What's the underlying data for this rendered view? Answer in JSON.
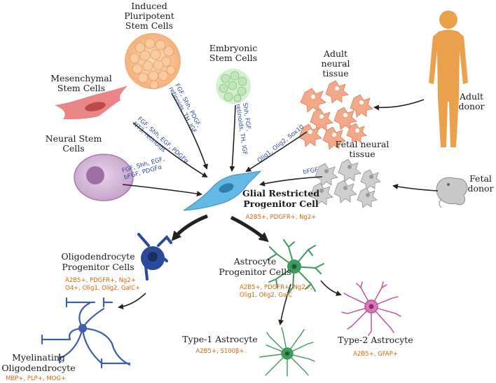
{
  "colors": {
    "arrow": "#222222",
    "marker": "#d4680f",
    "factor": "#2c4a9e",
    "gpc": "#5bb6e0",
    "opc": "#2b4a9b",
    "apc": "#3f9a5e",
    "type2": "#c04a9a",
    "skin": "#eaa24a",
    "msc": "#e07a7a",
    "nsc": "#c9a7cf",
    "esc": "#b9e4b6",
    "ipsc": "#f7c49a",
    "fetal": "#9e9e9e"
  },
  "sources": {
    "ipsc": {
      "title1": "Induced",
      "title2": "Pluripotent",
      "title3": "Stem Cells",
      "factors": [
        "FGF, Shh, PDGF,",
        "retinoids, TH, IGF"
      ]
    },
    "esc": {
      "title1": "Embryonic",
      "title2": "Stem Cells",
      "factors": [
        "Shh, FGF,",
        "retinoids, TH, IGF"
      ]
    },
    "msc": {
      "title1": "Mesenchymal",
      "title2": "Stem Cells",
      "factors": [
        "FGF, Shh, EGF, PDGFα,",
        "NT3, retinoids"
      ]
    },
    "nsc": {
      "title1": "Neural Stem",
      "title2": "Cells",
      "factors": [
        "FGF, Shh, EGF,",
        "bFGF, PDGFα"
      ]
    },
    "adult_tissue": {
      "title1": "Adult",
      "title2": "neural",
      "title3": "tissue",
      "factors": [
        "Olig1, Olig2, Sox10"
      ]
    },
    "adult_donor": {
      "title1": "Adult",
      "title2": "donor"
    },
    "fetal_tissue": {
      "title1": "Fetal neural",
      "title2": "tissue",
      "factors": [
        "bFGF"
      ]
    },
    "fetal_donor": {
      "title1": "Fetal",
      "title2": "donor"
    }
  },
  "center": {
    "title1": "Glial Restricted",
    "title2": "Progenitor Cell",
    "markers": "A2B5+, PDGFR+, Ng2+"
  },
  "opc": {
    "title1": "Oligodendrocyte",
    "title2": "Progenitor Cells",
    "markers1": "A2B5+, PDGFR+, Ng2+",
    "markers2": "O4+, Olig1, Olig2, GalC+"
  },
  "apc": {
    "title1": "Astrocyte",
    "title2": "Progenitor Cells",
    "markers1": "A2B5+, PDGFR+, Ng2+,",
    "markers2": "Olig1, Olig2, GalC"
  },
  "myelin": {
    "title1": "Myelinating",
    "title2": "Oligodendrocyte",
    "markers": "MBP+, PLP+, MOG+"
  },
  "type1": {
    "title": "Type-1 Astrocyte",
    "markers": "A2B5+, S100β+"
  },
  "type2": {
    "title": "Type-2 Astrocyte",
    "markers": "A2B5+, GFAP+"
  }
}
